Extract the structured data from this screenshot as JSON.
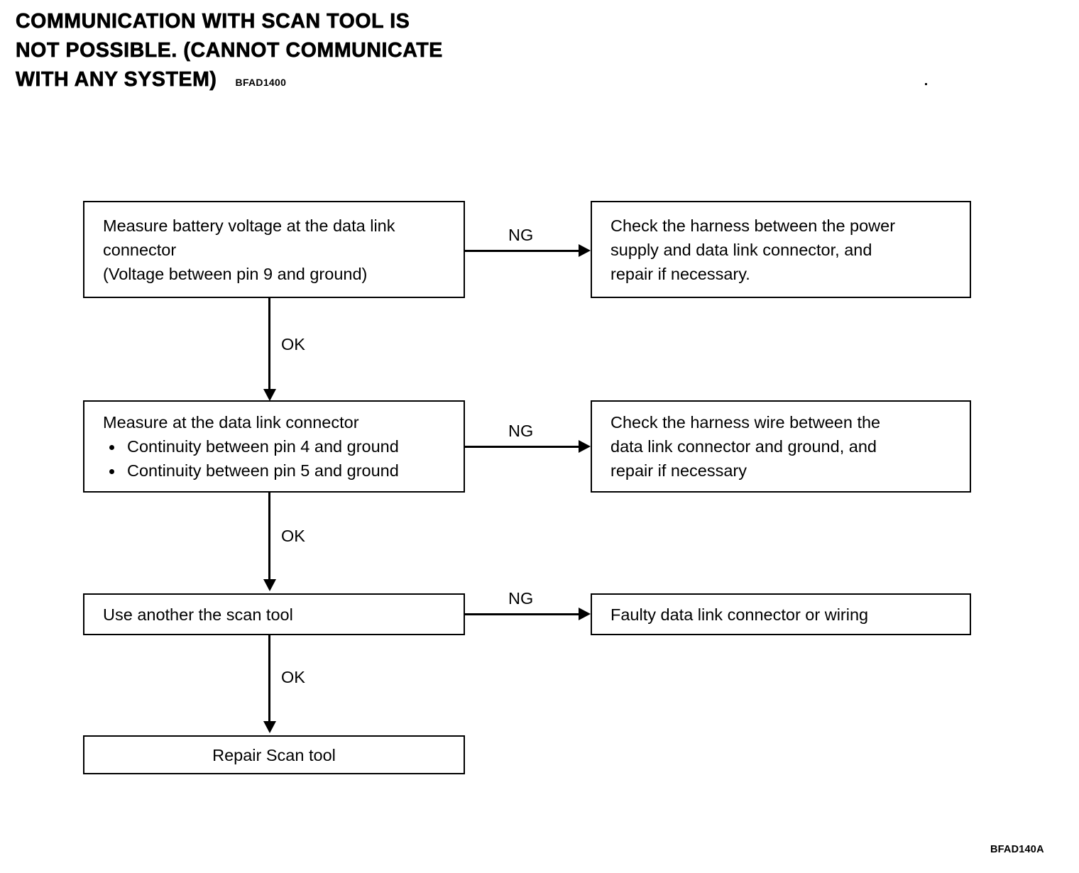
{
  "header": {
    "title_lines": [
      "COMMUNICATION WITH SCAN TOOL IS",
      "NOT POSSIBLE. (CANNOT COMMUNICATE",
      "WITH ANY SYSTEM)"
    ],
    "doc_code": "BFAD1400"
  },
  "footer": {
    "doc_code": "BFAD140A"
  },
  "colors": {
    "background": "#ffffff",
    "ink": "#000000",
    "box_border": "#000000"
  },
  "diagram": {
    "type": "flowchart",
    "nodes": [
      {
        "id": "measure-voltage",
        "align": "left",
        "lines": [
          "Measure battery voltage at the data link",
          "connector",
          "(Voltage between pin 9 and ground)"
        ]
      },
      {
        "id": "check-power",
        "align": "left",
        "lines": [
          "Check the harness between the power",
          "supply and data link connector, and",
          "repair if necessary."
        ]
      },
      {
        "id": "measure-continuity",
        "align": "left",
        "lines": [
          "Measure at the data link connector"
        ],
        "bullets": [
          "Continuity between pin 4 and ground",
          "Continuity between pin 5 and ground"
        ]
      },
      {
        "id": "check-ground",
        "align": "left",
        "lines": [
          "Check the harness wire between the",
          "data link connector and ground, and",
          "repair if necessary"
        ]
      },
      {
        "id": "another-scan-tool",
        "align": "left",
        "lines": [
          "Use another the scan tool"
        ]
      },
      {
        "id": "faulty-connector",
        "align": "left",
        "lines": [
          "Faulty data link connector or wiring"
        ]
      },
      {
        "id": "repair-scan-tool",
        "align": "center",
        "lines": [
          "Repair Scan tool"
        ]
      }
    ],
    "edges": [
      {
        "id": "ng-1",
        "from": "measure-voltage",
        "to": "check-power",
        "label": "NG",
        "direction": "right"
      },
      {
        "id": "ok-1",
        "from": "measure-voltage",
        "to": "measure-continuity",
        "label": "OK",
        "direction": "down"
      },
      {
        "id": "ng-2",
        "from": "measure-continuity",
        "to": "check-ground",
        "label": "NG",
        "direction": "right"
      },
      {
        "id": "ok-2",
        "from": "measure-continuity",
        "to": "another-scan-tool",
        "label": "OK",
        "direction": "down"
      },
      {
        "id": "ng-3",
        "from": "another-scan-tool",
        "to": "faulty-connector",
        "label": "NG",
        "direction": "right"
      },
      {
        "id": "ok-3",
        "from": "another-scan-tool",
        "to": "repair-scan-tool",
        "label": "OK",
        "direction": "down"
      }
    ]
  }
}
